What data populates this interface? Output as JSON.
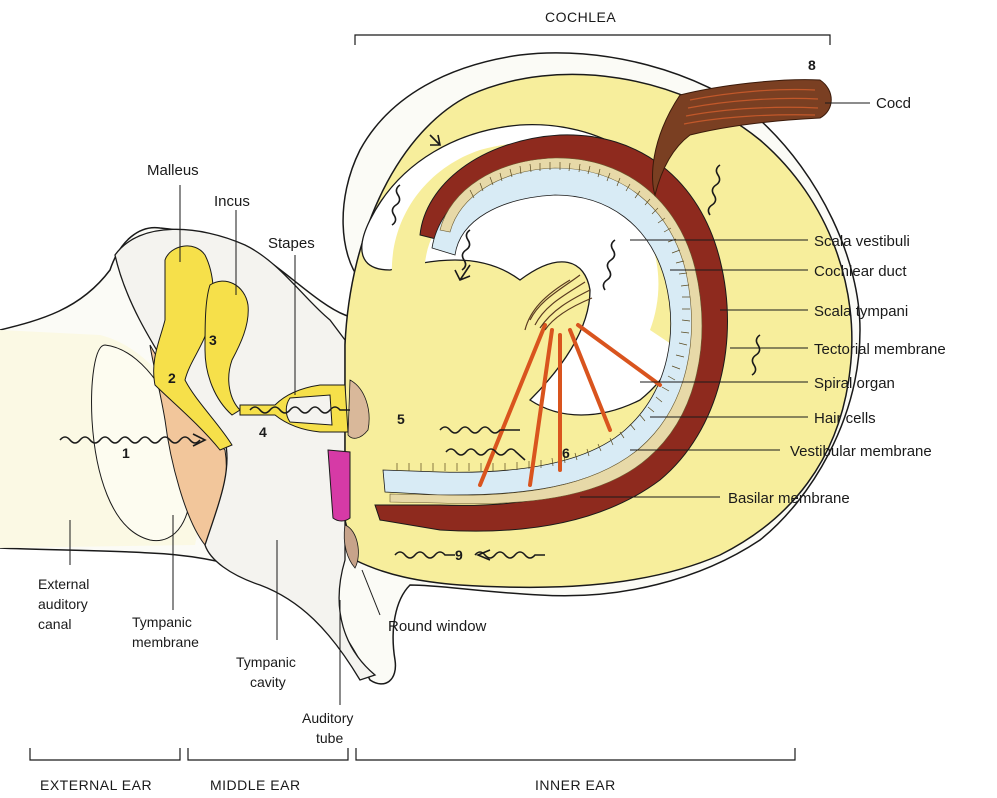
{
  "sections": {
    "cochlea": "COCHLEA",
    "external_ear": "EXTERNAL EAR",
    "middle_ear": "MIDDLE EAR",
    "inner_ear": "INNER EAR"
  },
  "labels": {
    "malleus": "Malleus",
    "incus": "Incus",
    "stapes": "Stapes",
    "cord": "Cocd",
    "scala_vestibuli": "Scala vestibuli",
    "cochlear_duct": "Cochlear duct",
    "scala_tympani": "Scala tympani",
    "tectorial_membrane": "Tectorial membrane",
    "spiral_organ": "Spiral organ",
    "hair_cells": "Hair cells",
    "vestibular_membrane": "Vestibular membrane",
    "basilar_membrane": "Basilar membrane",
    "round_window": "Round window",
    "external_auditory_canal_1": "External",
    "external_auditory_canal_2": "auditory",
    "external_auditory_canal_3": "canal",
    "tympanic_membrane_1": "Tympanic",
    "tympanic_membrane_2": "membrane",
    "tympanic_cavity_1": "Tympanic",
    "tympanic_cavity_2": "cavity",
    "auditory_tube_1": "Auditory",
    "auditory_tube_2": "tube"
  },
  "numbers": {
    "n1": "1",
    "n2": "2",
    "n3": "3",
    "n4": "4",
    "n5": "5",
    "n6": "6",
    "n8": "8",
    "n9": "9"
  },
  "colors": {
    "fluid_yellow": "#f7ee9c",
    "ossicle_yellow": "#f6e04a",
    "duct_blue": "#d8ebf5",
    "wall_red": "#8e2a1e",
    "nerve_orange": "#d9541e",
    "cord_brown": "#7a3f22",
    "round_window_pink": "#d63aa6",
    "eardrum_tan": "#f2c69b",
    "canal_cream": "#fbf9e4",
    "outline": "#1a1a1a"
  }
}
